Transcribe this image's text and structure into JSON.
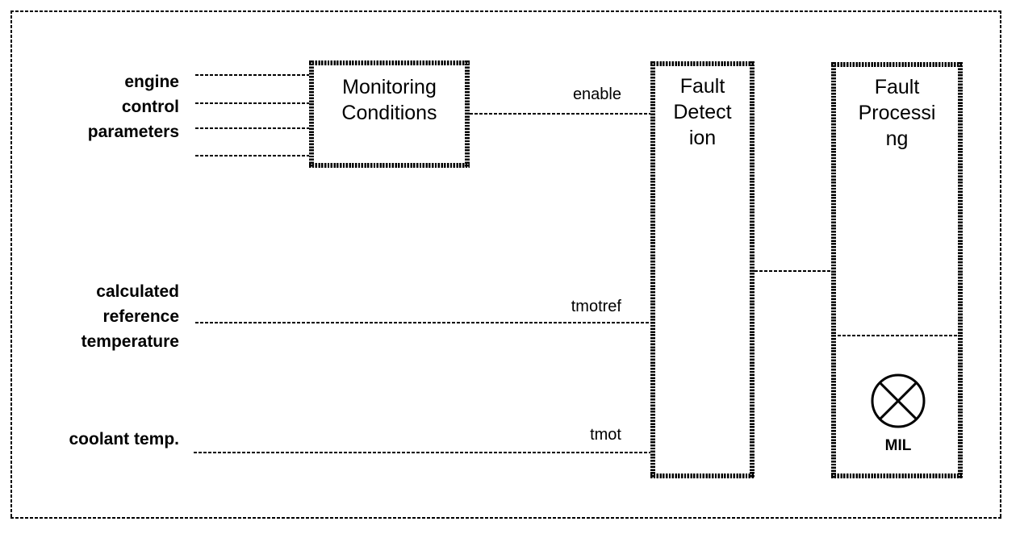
{
  "diagram": {
    "left_labels": {
      "engine_group": {
        "lines": [
          "engine",
          "control",
          "parameters"
        ]
      },
      "reference_group": {
        "lines": [
          "calculated",
          "reference",
          "temperature"
        ]
      },
      "coolant_label": "coolant temp."
    },
    "signal_labels": {
      "enable": "enable",
      "tmotref": "tmotref",
      "tmot": "tmot"
    },
    "boxes": {
      "monitoring_conditions": {
        "lines": [
          "Monitoring",
          "Conditions"
        ]
      },
      "fault_detection": {
        "lines": [
          "Fault",
          "Detect",
          "ion"
        ]
      },
      "fault_processing": {
        "lines": [
          "Fault",
          "Processi",
          "ng"
        ]
      }
    },
    "mil_label": "MIL",
    "colors": {
      "ink": "#000000",
      "background": "#ffffff"
    }
  }
}
